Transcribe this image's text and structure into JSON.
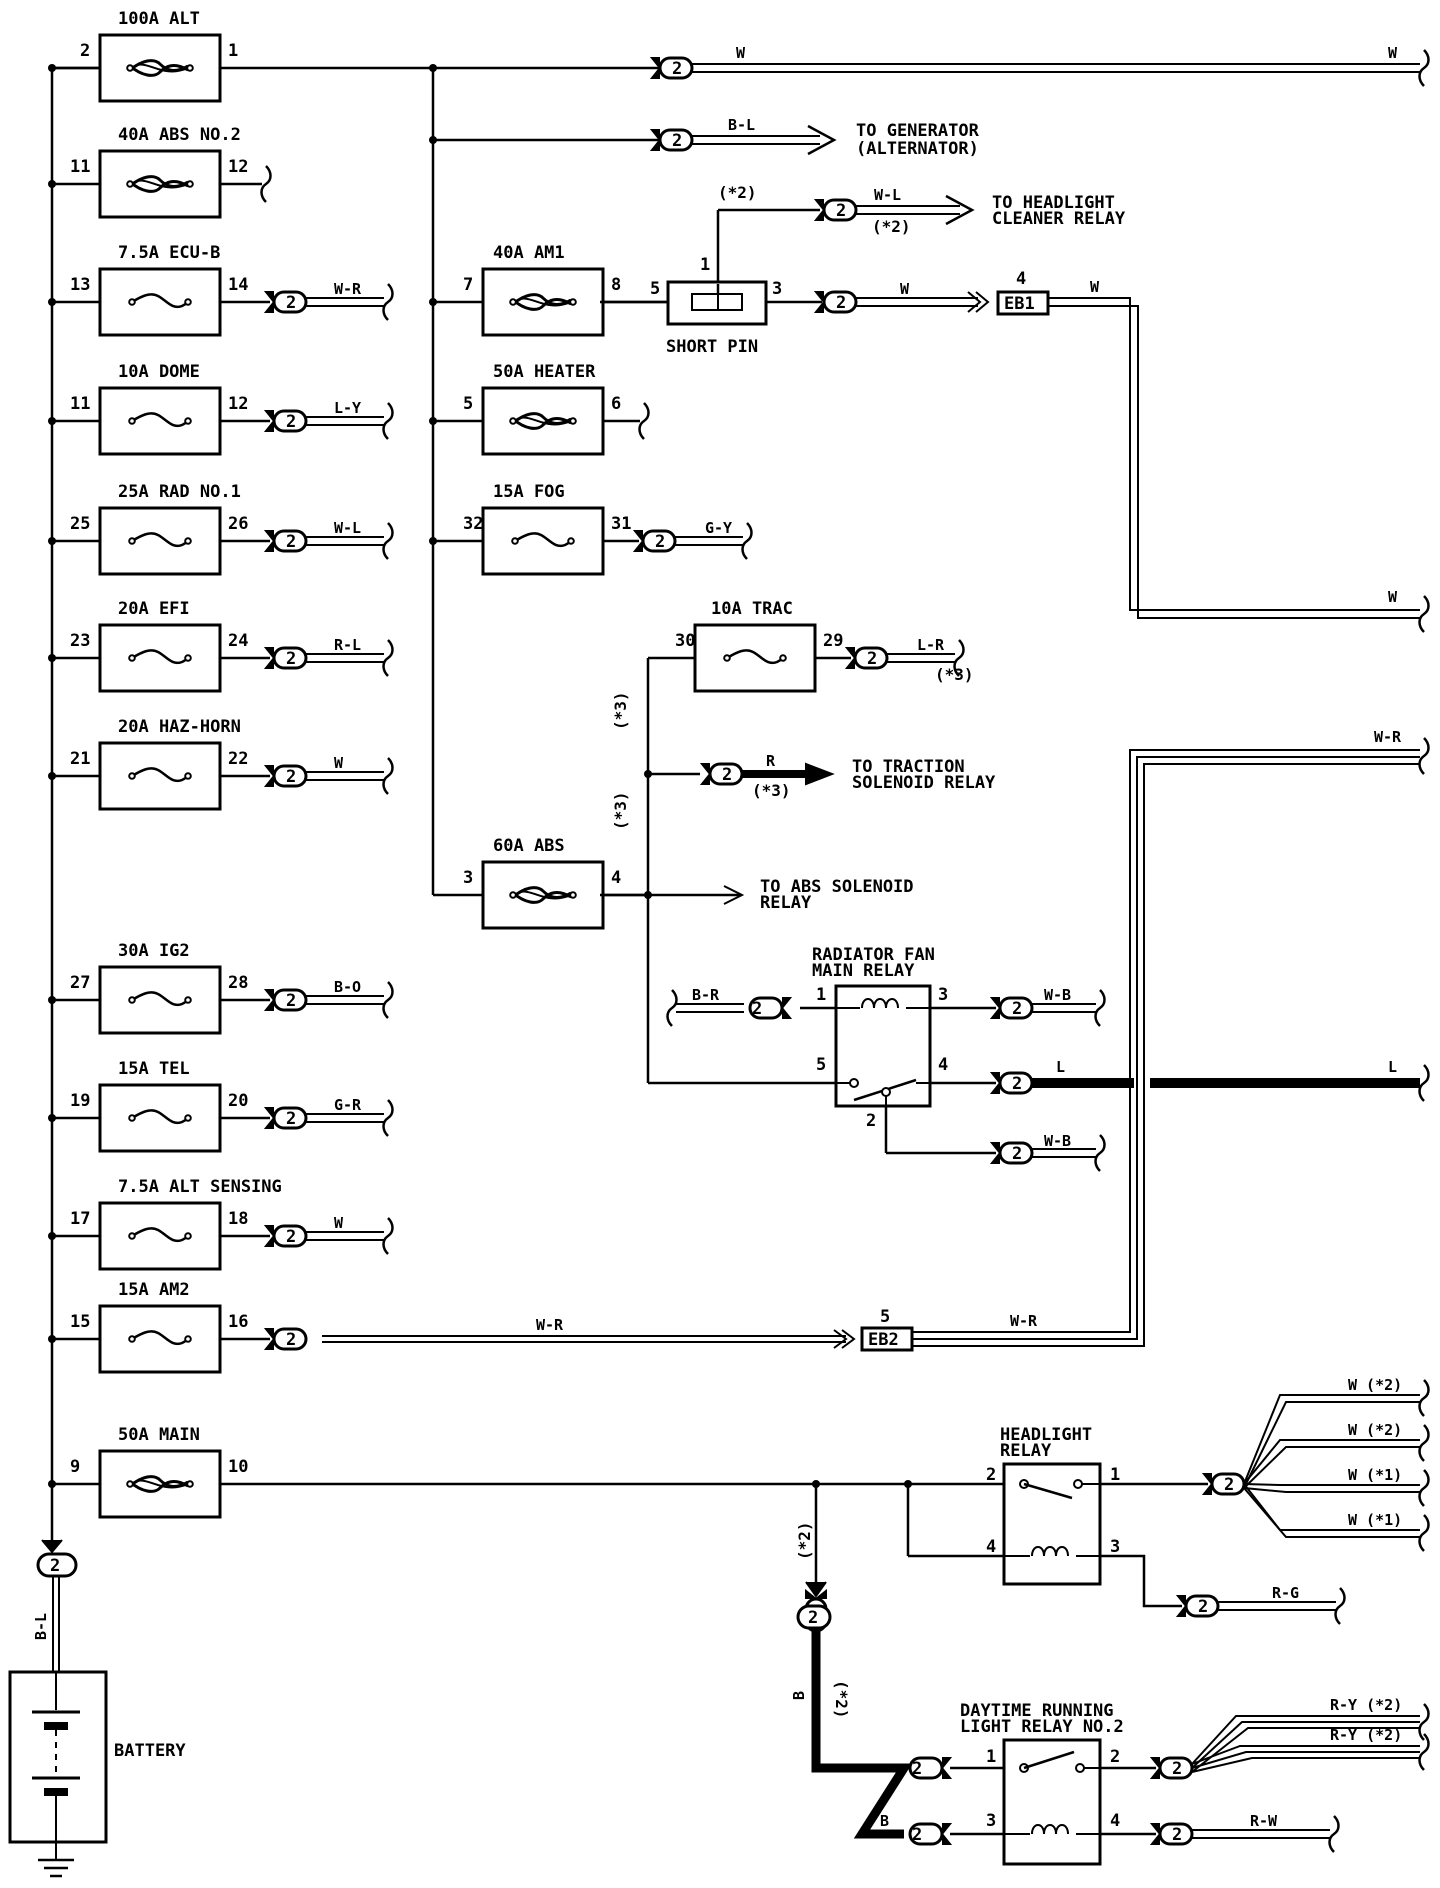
{
  "fuses_left": [
    {
      "name": "100A ALT",
      "pin_in": "2",
      "pin_out": "1",
      "wire": ""
    },
    {
      "name": "40A ABS NO.2",
      "pin_in": "11",
      "pin_out": "12",
      "wire": ""
    },
    {
      "name": "7.5A ECU-B",
      "pin_in": "13",
      "pin_out": "14",
      "wire": "W-R"
    },
    {
      "name": "10A DOME",
      "pin_in": "11",
      "pin_out": "12",
      "wire": "L-Y"
    },
    {
      "name": "25A RAD NO.1",
      "pin_in": "25",
      "pin_out": "26",
      "wire": "W-L"
    },
    {
      "name": "20A EFI",
      "pin_in": "23",
      "pin_out": "24",
      "wire": "R-L"
    },
    {
      "name": "20A HAZ-HORN",
      "pin_in": "21",
      "pin_out": "22",
      "wire": "W"
    },
    {
      "name": "30A IG2",
      "pin_in": "27",
      "pin_out": "28",
      "wire": "B-O"
    },
    {
      "name": "15A TEL",
      "pin_in": "19",
      "pin_out": "20",
      "wire": "G-R"
    },
    {
      "name": "7.5A ALT SENSING",
      "pin_in": "17",
      "pin_out": "18",
      "wire": "W"
    },
    {
      "name": "15A AM2",
      "pin_in": "15",
      "pin_out": "16",
      "wire": "W-R"
    },
    {
      "name": "50A MAIN",
      "pin_in": "9",
      "pin_out": "10",
      "wire": ""
    }
  ],
  "fuses_mid": [
    {
      "name": "40A AM1",
      "pin_in": "7",
      "pin_out": "8"
    },
    {
      "name": "50A HEATER",
      "pin_in": "5",
      "pin_out": "6"
    },
    {
      "name": "15A FOG",
      "pin_in": "32",
      "pin_out": "31",
      "wire": "G-Y"
    },
    {
      "name": "10A TRAC",
      "pin_in": "30",
      "pin_out": "29",
      "wire": "L-R",
      "note": "(*3)"
    },
    {
      "name": "60A ABS",
      "pin_in": "3",
      "pin_out": "4"
    }
  ],
  "connector_label": "2",
  "top_wire": {
    "label_left": "W",
    "label_right": "W"
  },
  "generator": {
    "wire": "B-L",
    "dest_line1": "TO GENERATOR",
    "dest_line2": "(ALTERNATOR)"
  },
  "headlight_cleaner": {
    "note_top": "(*2)",
    "wire": "W-L",
    "note": "(*2)",
    "dest_line1": "TO HEADLIGHT",
    "dest_line2": "CLEANER RELAY"
  },
  "short_pin": {
    "label": "SHORT PIN",
    "pin_in": "5",
    "pin_out": "3",
    "pin_top": "1",
    "wire": "W"
  },
  "eb1": {
    "label": "EB1",
    "pin": "4",
    "wire_out": "W",
    "wire_right": "W"
  },
  "traction": {
    "note1": "(*3)",
    "note2": "(*3)",
    "wire": "R",
    "wire_note": "(*3)",
    "dest_line1": "TO TRACTION",
    "dest_line2": "SOLENOID RELAY"
  },
  "abs_solenoid": {
    "dest_line1": "TO ABS SOLENOID",
    "dest_line2": "RELAY"
  },
  "fan_relay": {
    "title1": "RADIATOR FAN",
    "title2": "MAIN RELAY",
    "pin1": "1",
    "pin2": "2",
    "pin3": "3",
    "pin4": "4",
    "pin5": "5",
    "wire_in": "B-R",
    "wire_3": "W-B",
    "wire_4": "L",
    "wire_4_right": "L",
    "wire_2": "W-B"
  },
  "wr_right": "W-R",
  "eb2": {
    "label": "EB2",
    "pin": "5",
    "wire_in": "W-R",
    "wire_out": "W-R"
  },
  "headlight_relay": {
    "title1": "HEADLIGHT",
    "title2": "RELAY",
    "pin1": "1",
    "pin2": "2",
    "pin3": "3",
    "pin4": "4",
    "wire_3": "R-G"
  },
  "headlight_outputs": [
    "W (*2)",
    "W (*2)",
    "W (*1)",
    "W (*1)"
  ],
  "b_wire": {
    "note": "(*2)",
    "wire": "B",
    "note2": "(*2)",
    "wire_b2": "B"
  },
  "drl_relay": {
    "title1": "DAYTIME RUNNING",
    "title2": "LIGHT RELAY NO.2",
    "pin1": "1",
    "pin2": "2",
    "pin3": "3",
    "pin4": "4",
    "wire_4": "R-W"
  },
  "drl_outputs": [
    "R-Y (*2)",
    "R-Y (*2)"
  ],
  "battery": {
    "label": "BATTERY",
    "wire": "B-L"
  }
}
